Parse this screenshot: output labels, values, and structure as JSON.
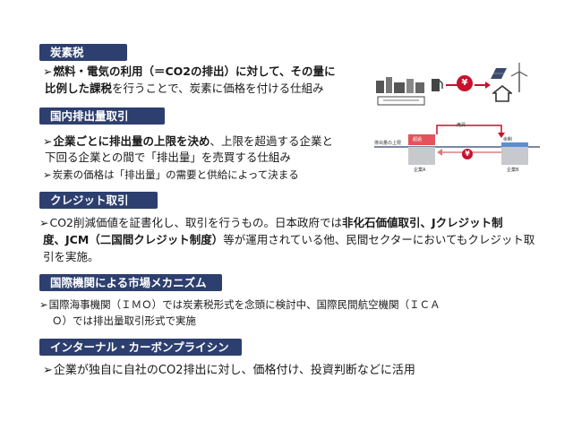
{
  "sections": {
    "carbon_tax": {
      "heading": "炭素税",
      "line1_a": "燃料・電気の利用（＝CO2の排出）に対して、その量に",
      "line2_a": "比例した課税",
      "line2_b": "を行うことで、炭素に価格を付ける仕組み"
    },
    "ets": {
      "heading": "国内排出量取引",
      "line1_a": "企業ごとに排出量の上限を決め",
      "line1_b": "、上限を超過する企業と",
      "line2": "下回る企業との間で「排出量」を売買する仕組み",
      "line3": "炭素の価格は「排出量」の需要と供給によって決まる"
    },
    "credit": {
      "heading": "クレジット取引",
      "line1_a": "CO2削減価値を証書化し、取引を行うもの。日本政府では",
      "line1_b": "非化石価値取引、Jクレジット制",
      "line2_a": "度、JCM（二国間クレジット制度）",
      "line2_b": "等が運用されている他、民間セクターにおいてもクレジット取",
      "line3": "引を実施。"
    },
    "intl": {
      "heading": "国際機関による市場メカニズム",
      "line1": "国際海事機関（ＩＭＯ）では炭素税形式を念頭に検討中、国際民間航空機関（ＩＣＡ",
      "line2": "Ｏ）では排出量取引形式で実施"
    },
    "icp": {
      "heading": "インターナル・カーボンプライシング",
      "line1": "企業が独自に自社のCO2排出に対し、価格付け、投資判断などに活用"
    },
    "arrow_glyph": "➢"
  },
  "diagram": {
    "yen_symbol": "¥",
    "label_cap": "排出量の上限",
    "label_excess": "超過",
    "label_below": "余剰",
    "label_trade": "売買",
    "label_company_a": "企業A",
    "label_company_b": "企業B",
    "colors": {
      "red": "#c8102e",
      "blue": "#5b8fcf",
      "navy": "#2d3f6e"
    }
  }
}
